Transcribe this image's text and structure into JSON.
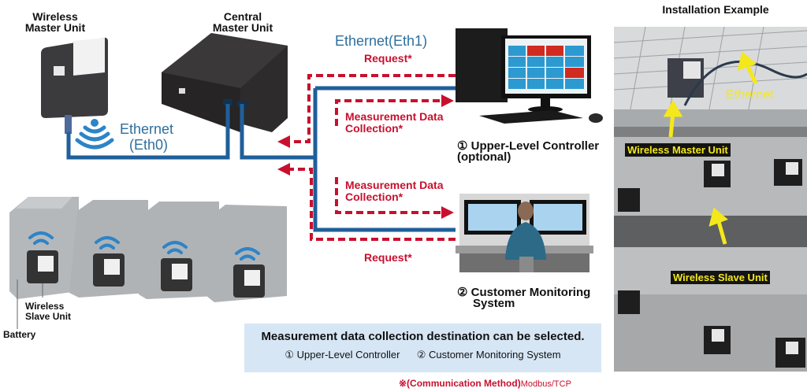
{
  "labels": {
    "wireless_master_unit": [
      "Wireless",
      "Master Unit"
    ],
    "central_master_unit": [
      "Central",
      "Master Unit"
    ],
    "ethernet_eth0": [
      "Ethernet",
      "(Eth0)"
    ],
    "ethernet_eth1": "Ethernet(Eth1)",
    "wireless_slave_unit": [
      "Wireless",
      "Slave Unit"
    ],
    "battery": "Battery",
    "installation_example": "Installation Example"
  },
  "flows": {
    "request_top": "Request*",
    "collection_top": [
      "Measurement Data",
      "Collection*"
    ],
    "collection_bottom": [
      "Measurement Data",
      "Collection*"
    ],
    "request_bottom": "Request*"
  },
  "destinations": {
    "upper_level_controller": [
      "① Upper-Level Controller",
      "(optional)"
    ],
    "customer_monitoring": [
      "② Customer Monitoring",
      "System"
    ]
  },
  "note": {
    "title": "Measurement data collection destination can be selected.",
    "option1": "① Upper-Level Controller",
    "option2": "② Customer Monitoring System"
  },
  "footnote": {
    "prefix": "※(Communication Method)",
    "method": "Modbus/TCP"
  },
  "photo_labels": {
    "ethernet": "Ethernet",
    "wireless_master_unit": "Wireless Master Unit",
    "wireless_slave_unit": "Wireless Slave Unit"
  },
  "colors": {
    "ethernet_line": "#1f5f9a",
    "flow_arrow": "#c8102e",
    "note_background": "#d6e6f5",
    "photo_label": "#f4e81b"
  }
}
